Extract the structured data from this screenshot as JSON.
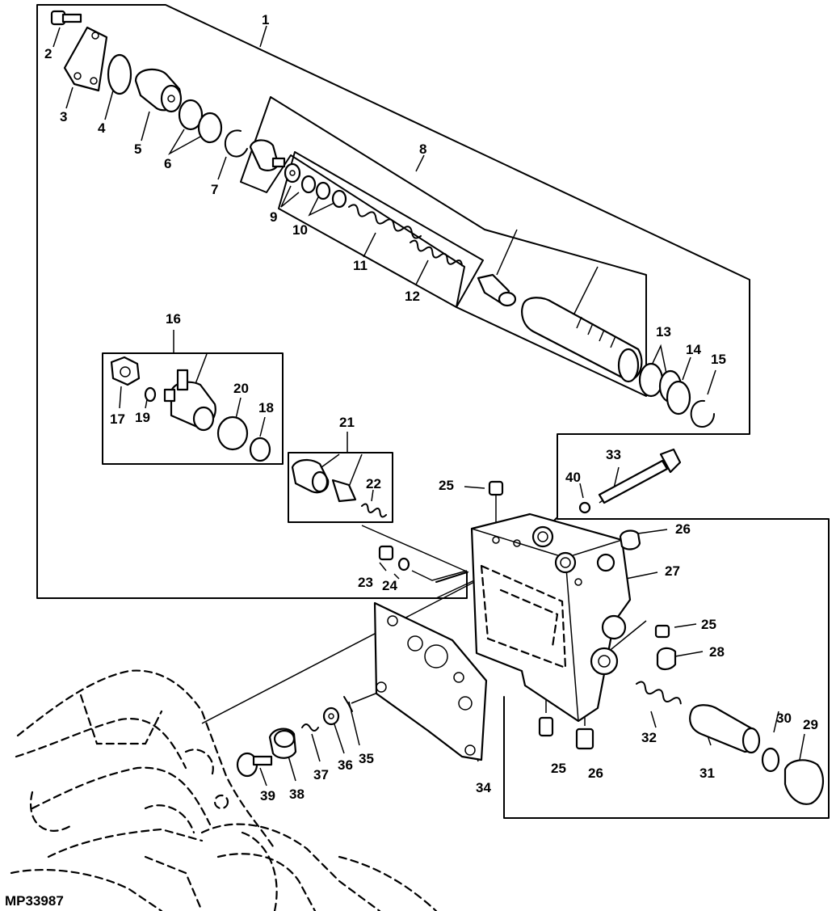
{
  "figure_code": "MP33987",
  "callouts": [
    "1",
    "2",
    "3",
    "4",
    "5",
    "6",
    "7",
    "8",
    "9",
    "10",
    "11",
    "12",
    "13",
    "14",
    "15",
    "16",
    "17",
    "18",
    "19",
    "20",
    "21",
    "22",
    "23",
    "24",
    "25",
    "26",
    "27",
    "28",
    "29",
    "30",
    "31",
    "32",
    "33",
    "34",
    "35",
    "36",
    "37",
    "38",
    "39",
    "40"
  ]
}
